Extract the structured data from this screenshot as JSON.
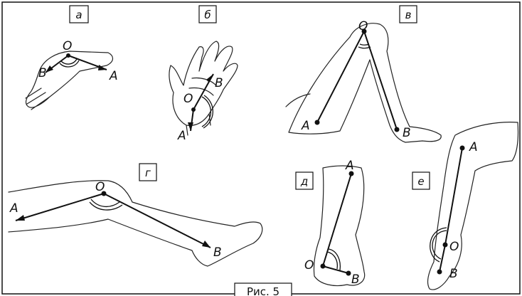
{
  "panels": {
    "a": {
      "label": "а",
      "o": "O",
      "a": "A",
      "b": "B"
    },
    "b": {
      "label": "б",
      "o": "O",
      "a": "A",
      "b": "B"
    },
    "v": {
      "label": "в",
      "o": "O",
      "a": "A",
      "b": "B"
    },
    "g": {
      "label": "г",
      "o": "O",
      "a": "A",
      "b": "B"
    },
    "d": {
      "label": "д",
      "o": "O",
      "a": "A",
      "b": "B"
    },
    "e": {
      "label": "е",
      "o": "O",
      "a": "A",
      "b": "B"
    }
  },
  "caption": "Рис. 5"
}
